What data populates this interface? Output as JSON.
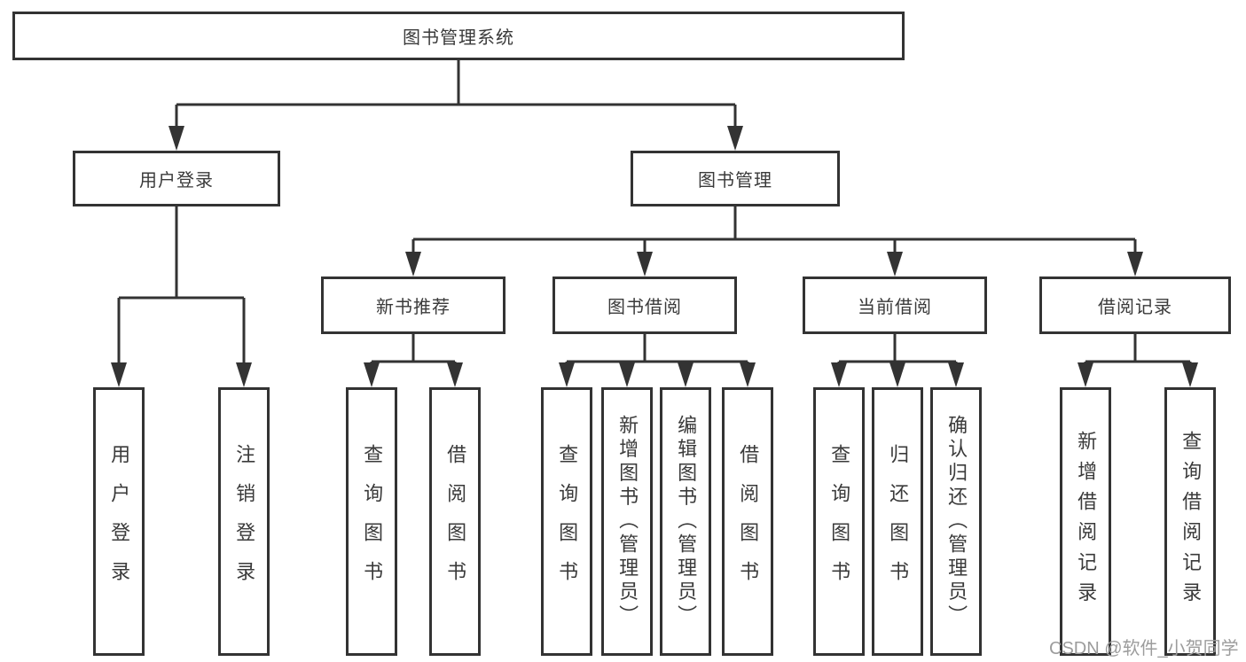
{
  "diagram": {
    "root": "图书管理系统",
    "level2": [
      "用户登录",
      "图书管理"
    ],
    "level3": [
      "新书推荐",
      "图书借阅",
      "当前借阅",
      "借阅记录"
    ],
    "leaves": {
      "user_login": [
        "用户登录",
        "注销登录"
      ],
      "new_book_recommend": [
        "查询图书",
        "借阅图书"
      ],
      "book_borrow": [
        "查询图书",
        "新增图书（管理员）",
        "编辑图书（管理员）",
        "借阅图书"
      ],
      "current_borrow": [
        "查询图书",
        "归还图书",
        "确认归还（管理员）"
      ],
      "borrow_record": [
        "新增借阅记录",
        "查询借阅记录"
      ]
    }
  },
  "watermark": {
    "text": "CSDN @软件_小贺同学",
    "color": "#9c9c9c"
  },
  "colors": {
    "line": "#333333",
    "text": "#3a3a3a",
    "background": "#ffffff"
  }
}
